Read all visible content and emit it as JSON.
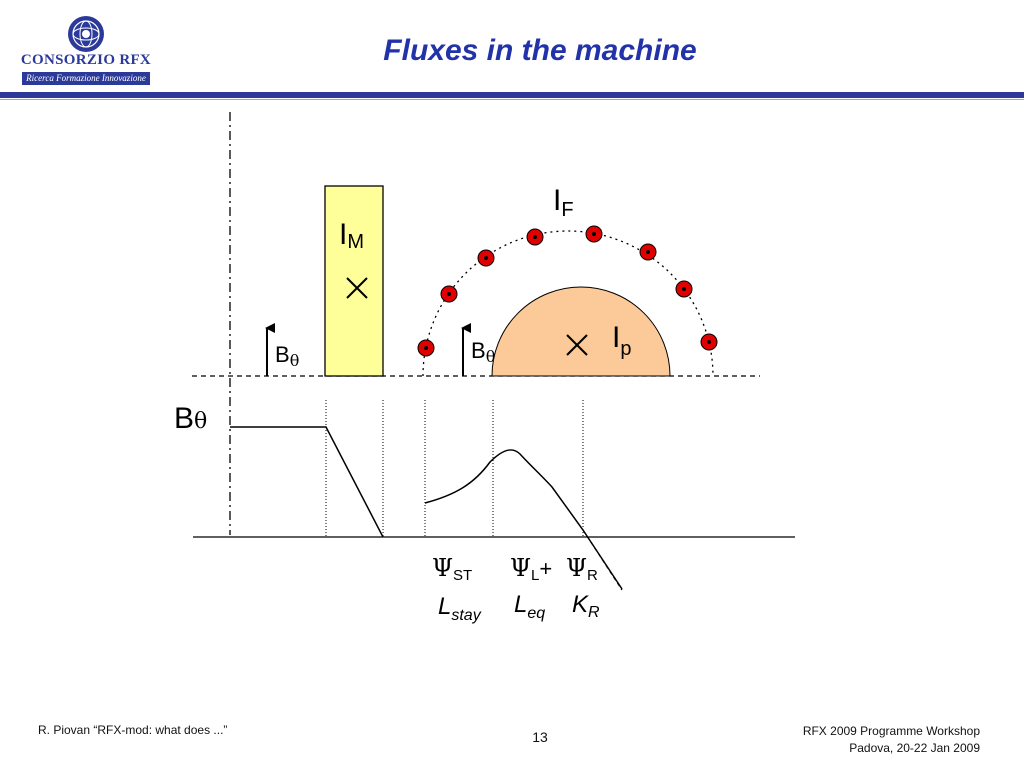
{
  "header": {
    "title": "Fluxes in the machine",
    "logo_name": "CONSORZIO RFX",
    "logo_tagline": "Ricerca Formazione Innovazione"
  },
  "diagram": {
    "label_IM": {
      "main": "I",
      "sub": "M"
    },
    "label_IF": {
      "main": "I",
      "sub": "F"
    },
    "label_Ip": {
      "main": "I",
      "sub": "p"
    },
    "label_btheta_left": {
      "main": "B",
      "sub": "θ"
    },
    "label_btheta_mid": {
      "main": "B",
      "sub": "θ"
    },
    "label_btheta_profile": {
      "main": "B",
      "greek": "θ"
    },
    "flux_labels": {
      "psi_st": {
        "main": "Ψ",
        "sub": "ST"
      },
      "psi_l": {
        "main": "Ψ",
        "sub": "L",
        "plus": "+"
      },
      "psi_r": {
        "main": "Ψ",
        "sub": "R"
      }
    },
    "inductance_labels": {
      "l_stay": {
        "main": "L",
        "sub": "stay"
      },
      "l_eq": {
        "main": "L",
        "sub": "eq"
      },
      "k_r": {
        "main": "K",
        "sub": "R"
      }
    },
    "colors": {
      "coil_fill": "#ffff99",
      "plasma_fill": "#fcc998",
      "conductor_fill": "#e00000",
      "stroke": "#000000"
    }
  },
  "footer": {
    "author": "R. Piovan “RFX-mod: what does ...”",
    "page_number": "13",
    "event": "RFX 2009 Programme Workshop",
    "place_date": "Padova,  20-22 Jan 2009"
  }
}
